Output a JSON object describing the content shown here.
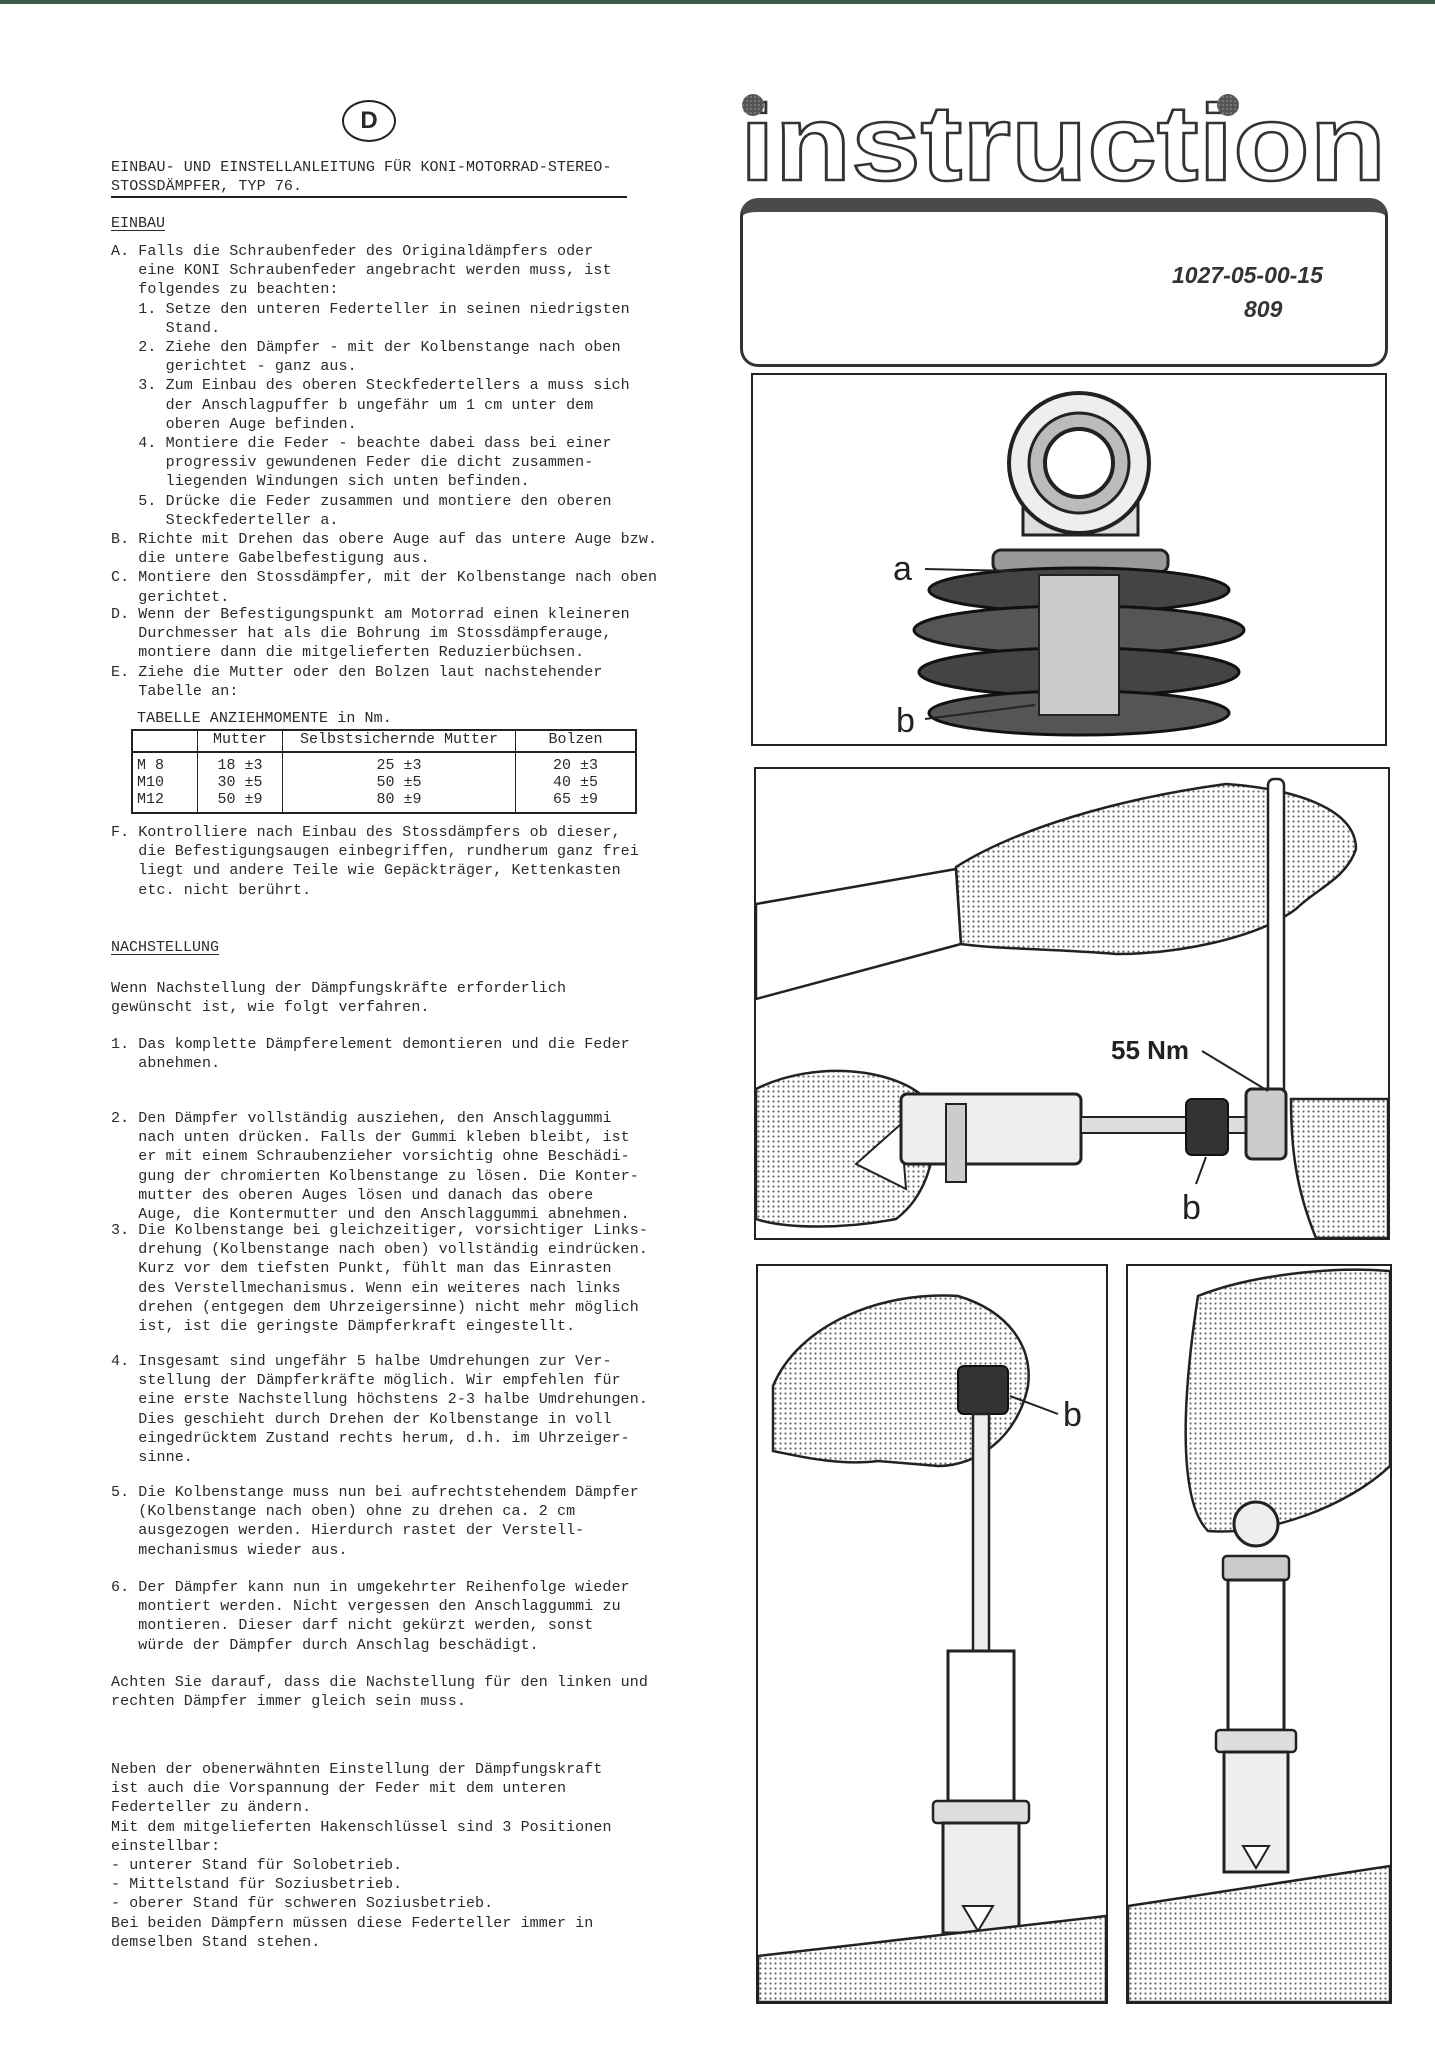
{
  "language_badge": "D",
  "title": "EINBAU- UND EINSTELLANLEITUNG FÜR KONI-MOTORRAD-STEREO-\nSTOSSDÄMPFER, TYP 76.",
  "einbau": {
    "heading": "EINBAU",
    "steps": "A. Falls die Schraubenfeder des Originaldämpfers oder\n   eine KONI Schraubenfeder angebracht werden muss, ist\n   folgendes zu beachten:\n   1. Setze den unteren Federteller in seinen niedrigsten\n      Stand.\n   2. Ziehe den Dämpfer - mit der Kolbenstange nach oben\n      gerichtet - ganz aus.\n   3. Zum Einbau des oberen Steckfedertellers a muss sich\n      der Anschlagpuffer b ungefähr um 1 cm unter dem\n      oberen Auge befinden.\n   4. Montiere die Feder - beachte dabei dass bei einer\n      progressiv gewundenen Feder die dicht zusammen-\n      liegenden Windungen sich unten befinden.\n   5. Drücke die Feder zusammen und montiere den oberen\n      Steckfederteller a.\nB. Richte mit Drehen das obere Auge auf das untere Auge bzw.\n   die untere Gabelbefestigung aus.\nC. Montiere den Stossdämpfer, mit der Kolbenstange nach oben\n   gerichtet.",
    "steps_de": "D. Wenn der Befestigungspunkt am Motorrad einen kleineren\n   Durchmesser hat als die Bohrung im Stossdämpferauge,\n   montiere dann die mitgelieferten Reduzierbüchsen.\nE. Ziehe die Mutter oder den Bolzen laut nachstehender\n   Tabelle an:",
    "table": {
      "caption": "TABELLE ANZIEHMOMENTE in Nm.",
      "headers": [
        "",
        "Mutter",
        "Selbstsichernde Mutter",
        "Bolzen"
      ],
      "rows": [
        [
          "M 8",
          "18 ±3",
          "25 ±3",
          "20 ±3"
        ],
        [
          "M10",
          "30 ±5",
          "50 ±5",
          "40 ±5"
        ],
        [
          "M12",
          "50 ±9",
          "80 ±9",
          "65 ±9"
        ]
      ]
    },
    "step_f": "F. Kontrolliere nach Einbau des Stossdämpfers ob dieser,\n   die Befestigungsaugen einbegriffen, rundherum ganz frei\n   liegt und andere Teile wie Gepäckträger, Kettenkasten\n   etc. nicht berührt."
  },
  "nachstellung": {
    "heading": "NACHSTELLUNG",
    "intro": "Wenn Nachstellung der Dämpfungskräfte erforderlich\ngewünscht ist, wie folgt verfahren.",
    "steps": [
      "1. Das komplette Dämpferelement demontieren und die Feder\n   abnehmen.",
      "2. Den Dämpfer vollständig ausziehen, den Anschlaggummi\n   nach unten drücken. Falls der Gummi kleben bleibt, ist\n   er mit einem Schraubenzieher vorsichtig ohne Beschädi-\n   gung der chromierten Kolbenstange zu lösen. Die Konter-\n   mutter des oberen Auges lösen und danach das obere\n   Auge, die Kontermutter und den Anschlaggummi abnehmen.",
      "3. Die Kolbenstange bei gleichzeitiger, vorsichtiger Links-\n   drehung (Kolbenstange nach oben) vollständig eindrücken.\n   Kurz vor dem tiefsten Punkt, fühlt man das Einrasten\n   des Verstellmechanismus. Wenn ein weiteres nach links\n   drehen (entgegen dem Uhrzeigersinne) nicht mehr möglich\n   ist, ist die geringste Dämpferkraft eingestellt.",
      "4. Insgesamt sind ungefähr 5 halbe Umdrehungen zur Ver-\n   stellung der Dämpferkräfte möglich. Wir empfehlen für\n   eine erste Nachstellung höchstens 2-3 halbe Umdrehungen.\n   Dies geschieht durch Drehen der Kolbenstange in voll\n   eingedrücktem Zustand rechts herum, d.h. im Uhrzeiger-\n   sinne.",
      "5. Die Kolbenstange muss nun bei aufrechtstehendem Dämpfer\n   (Kolbenstange nach oben) ohne zu drehen ca. 2 cm\n   ausgezogen werden. Hierdurch rastet der Verstell-\n   mechanismus wieder aus.",
      "6. Der Dämpfer kann nun in umgekehrter Reihenfolge wieder\n   montiert werden. Nicht vergessen den Anschlaggummi zu\n   montieren. Dieser darf nicht gekürzt werden, sonst\n   würde der Dämpfer durch Anschlag beschädigt."
    ],
    "note": "Achten Sie darauf, dass die Nachstellung für den linken und\nrechten Dämpfer immer gleich sein muss.",
    "preload": "Neben der obenerwähnten Einstellung der Dämpfungskraft\nist auch die Vorspannung der Feder mit dem unteren\nFederteller zu ändern.\nMit dem mitgelieferten Hakenschlüssel sind 3 Positionen\neinstellbar:\n- unterer Stand für Solobetrieb.\n- Mittelstand für Soziusbetrieb.\n- oberer Stand für schweren Soziusbetrieb.\nBei beiden Dämpfern müssen diese Federteller immer in\ndemselben Stand stehen."
  },
  "sidebar": {
    "logo_text": "instruction",
    "part_number": "1027-05-00-15",
    "code": "809",
    "fig1": {
      "label_a": "a",
      "label_b": "b"
    },
    "fig2": {
      "torque": "55 Nm",
      "label_b": "b"
    },
    "fig3": {
      "label_b": "b"
    }
  }
}
